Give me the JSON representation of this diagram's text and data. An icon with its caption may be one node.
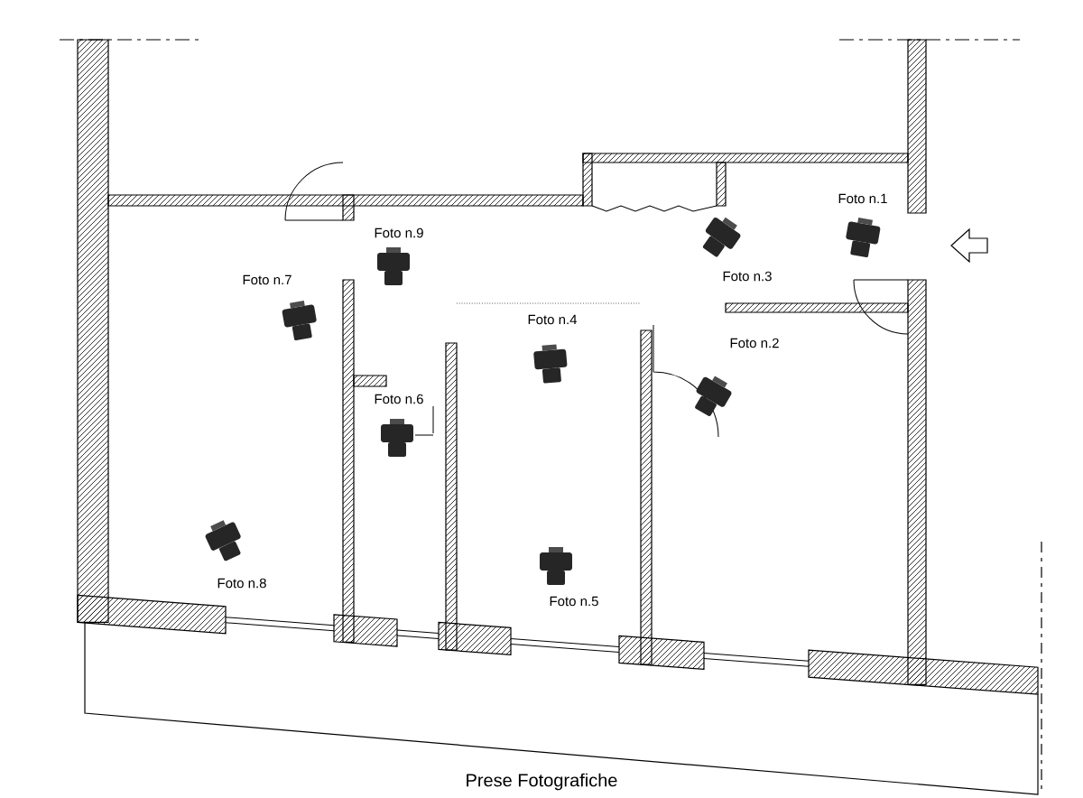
{
  "diagram": {
    "title": "Prese Fotografiche",
    "labels": [
      "Foto n.1",
      "Foto n.9",
      "Foto n.3",
      "Foto n.7",
      "Foto n.4",
      "Foto n.2",
      "Foto n.6",
      "Foto n.8",
      "Foto n.5"
    ]
  }
}
